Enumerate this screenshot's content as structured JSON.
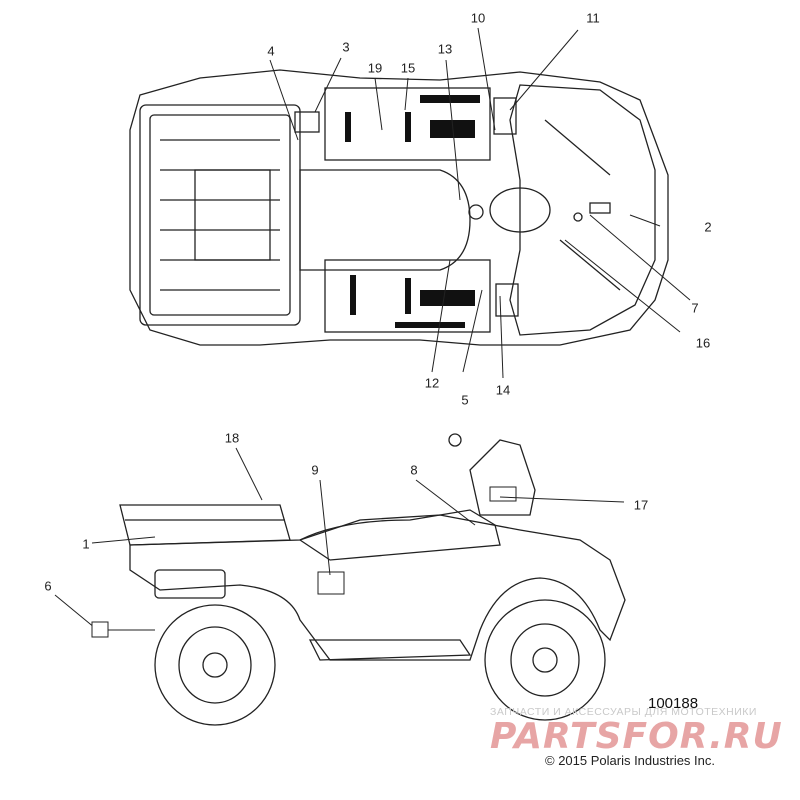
{
  "figure_id": "100188",
  "copyright": "© 2015 Polaris Industries Inc.",
  "watermark": {
    "line1": "ЗАПЧАСТИ И АКСЕССУАРЫ ДЛЯ МОТОТЕХНИКИ",
    "logo": "PARTSFOR.RU"
  },
  "callouts": [
    "1",
    "2",
    "3",
    "4",
    "5",
    "6",
    "7",
    "8",
    "9",
    "10",
    "11",
    "12",
    "13",
    "14",
    "15",
    "16",
    "17",
    "18",
    "19"
  ],
  "colors": {
    "line": "#222222",
    "decal": "#111111",
    "watermark": "#e7a5a5"
  }
}
